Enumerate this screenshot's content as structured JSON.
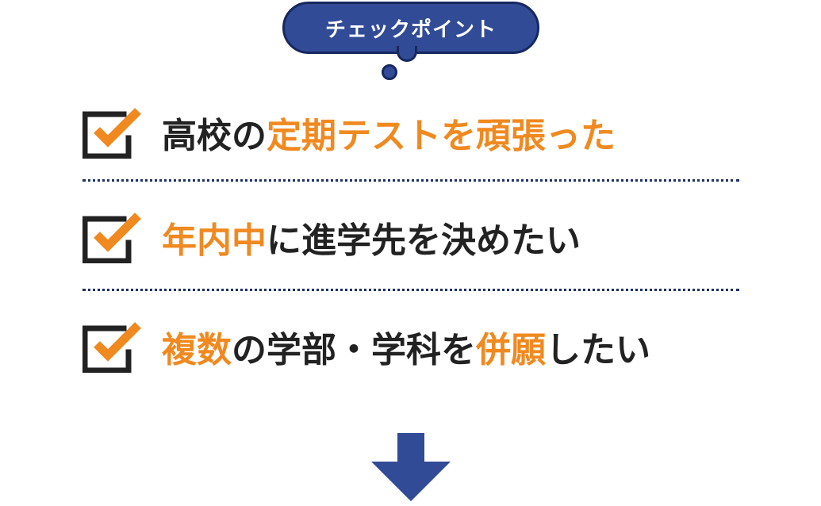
{
  "header": {
    "badge_label": "チェックポイント",
    "badge_color": "#324b97",
    "badge_border_color": "#17285e"
  },
  "checklist": {
    "items": [
      {
        "icon": "checkbox-checked-icon",
        "segments": [
          {
            "text": "高校の",
            "highlight": false
          },
          {
            "text": "定期テストを頑張った",
            "highlight": true
          }
        ]
      },
      {
        "icon": "checkbox-checked-icon",
        "segments": [
          {
            "text": "年内中",
            "highlight": true
          },
          {
            "text": "に進学先を決めたい",
            "highlight": false
          }
        ]
      },
      {
        "icon": "checkbox-checked-icon",
        "segments": [
          {
            "text": "複数",
            "highlight": true
          },
          {
            "text": "の学部・学科を",
            "highlight": false
          },
          {
            "text": "併願",
            "highlight": true
          },
          {
            "text": "したい",
            "highlight": false
          }
        ]
      }
    ]
  },
  "colors": {
    "text": "#222222",
    "highlight": "#f0891f",
    "divider": "#1d2f68",
    "arrow": "#324b97"
  },
  "footer": {
    "arrow_icon": "arrow-down-icon"
  }
}
